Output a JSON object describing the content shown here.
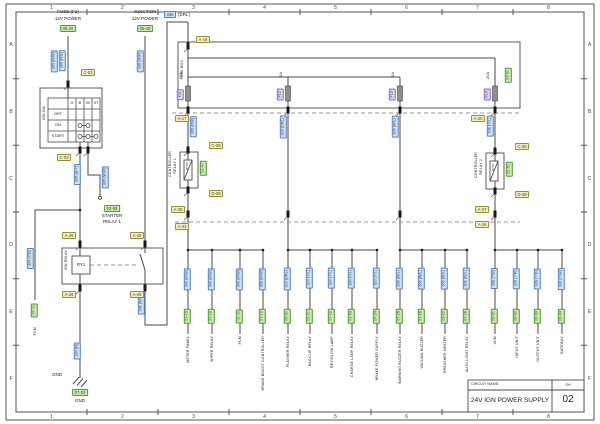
{
  "frame": {
    "col_labels": [
      "1",
      "2",
      "3",
      "4",
      "5",
      "6",
      "7",
      "8"
    ],
    "row_labels": [
      "A",
      "B",
      "C",
      "D",
      "E",
      "F"
    ]
  },
  "title_block": {
    "name_label": "CIRCUIT NAME",
    "name": "24V IGN POWER SUPPLY",
    "sheet_label": "SH",
    "sheet": "02"
  },
  "colors": {
    "wire": "#4a4a4a",
    "tag_green_bg": "#cdeab1",
    "tag_blue_bg": "#cfe2f5",
    "tag_yellow_bg": "#f5efc9",
    "tag_purple_bg": "#ded2f0",
    "pin_red": "#c2452d"
  },
  "sources": {
    "fuse": {
      "line1": "FUSE (F2)",
      "line2": "12V POWER",
      "ref": "05-20",
      "wire1": "305 (R/W)",
      "wire2": "305 (R/B)"
    },
    "junction": {
      "line1": "JUNCTION",
      "line2": "12V POWER",
      "ref": "05-40",
      "wire": "336 (W/R)",
      "wire_lower": "336 (W/L)"
    },
    "drl": {
      "wire": "336",
      "code": "(DRL)"
    }
  },
  "ign_sw": {
    "name": "IGN SW",
    "conn_top": "C-03",
    "conn_bottom": "C-03",
    "columns": [
      "G",
      "B",
      "W",
      "ST"
    ],
    "rows": [
      "OFF",
      "ON",
      "START"
    ],
    "wire_b": "305 (B/Y)"
  },
  "starter": {
    "ref": "02-08",
    "line1": "STARTER",
    "line2": "RELAY 1",
    "wire": "305 (W/R)"
  },
  "ign_relay": {
    "name": "IGN RELAY",
    "coil": "RY1",
    "conn_tl": "A-26",
    "conn_tr": "A-28",
    "conn_bl": "A-26",
    "conn_br": "A-28"
  },
  "pcm": {
    "wire": "304 (Y/B)",
    "ref": "07-11",
    "name": "PCM"
  },
  "ground": {
    "wire": "304 (B)",
    "label_side": "GND",
    "ref": "07-20",
    "label_bottom": "GND"
  },
  "fuse_box": {
    "name": "FUSE BOX",
    "ref": "03-01",
    "conn_entry": "A-18",
    "conn_left": "A-17",
    "conn_right": "A-20",
    "fuses": [
      {
        "id": "F11",
        "rating": "10A",
        "wire": "305 (R/B)"
      },
      {
        "id": "F12",
        "rating": "5A",
        "wire": "320 (DRL)"
      },
      {
        "id": "F13",
        "rating": "5A",
        "wire": "306 (W/L)"
      },
      {
        "id": "F14",
        "rating": "20A",
        "wire": "336 (Y/L)"
      }
    ]
  },
  "relay1": {
    "line1": "CONTROLLER",
    "line2": "RELAY 1",
    "coil": "RY50",
    "ref": "01-47",
    "conn_top": "C-28",
    "conn_bottom": "D-28",
    "conn_a": "A-38",
    "conn_b": "A-43"
  },
  "relay2": {
    "line1": "CONTROLLER",
    "line2": "RELAY 2",
    "coil": "RY51",
    "ref": "01-51",
    "conn_top": "C-38",
    "conn_bottom": "D-38",
    "conn_a": "A-37",
    "conn_b": "A-18"
  },
  "loads": [
    {
      "name": "METER PANEL",
      "wire": "305 (R/W)",
      "ref": "07-15"
    },
    {
      "name": "WIPER RELAY",
      "wire": "305 (R/W)",
      "ref": "07-16"
    },
    {
      "name": "PCM",
      "wire": "305 (R/W)",
      "ref": "01-11"
    },
    {
      "name": "BRAKE BOOST CONTROLLER",
      "wire": "305 (R/W)",
      "ref": "07-19"
    },
    {
      "name": "FLASHER RELAY",
      "wire": "320 (DRL)",
      "ref": "05-31"
    },
    {
      "name": "BACK-UP RELAY",
      "wire": "320 (Y/L)",
      "ref": "07-21"
    },
    {
      "name": "REV/GLOW LAMP",
      "wire": "320 (Y/L)",
      "ref": "07-22"
    },
    {
      "name": "CHARGE LAMP RELAY",
      "wire": "320 (Y/L)",
      "ref": "01-53"
    },
    {
      "name": "BRAKE POWER SUPPLY",
      "wire": "320 (Y/L)",
      "ref": "07-24"
    },
    {
      "name": "WARNING BUZZER RELAY",
      "wire": "306 (W/L)",
      "ref": "07-25"
    },
    {
      "name": "VACUUM BUZZER",
      "wire": "306 (W/L)",
      "ref": "07-26"
    },
    {
      "name": "BREATHER HEATER",
      "wire": "306 (W/L)",
      "ref": "03-22"
    },
    {
      "name": "AUTO LIGHT RELAY",
      "wire": "306 (W/L)",
      "ref": "07-28"
    },
    {
      "name": "VCM",
      "wire": "336 (Y/B)",
      "ref": "09-01"
    },
    {
      "name": "INPUT UNIT",
      "wire": "336 (Y/R)",
      "ref": "09-02"
    },
    {
      "name": "OUTPUT UNIT",
      "wire": "336 (Y/G)",
      "ref": "09-03"
    },
    {
      "name": "GATEWAY",
      "wire": "336 (Y/W)",
      "ref": "09-04"
    }
  ]
}
